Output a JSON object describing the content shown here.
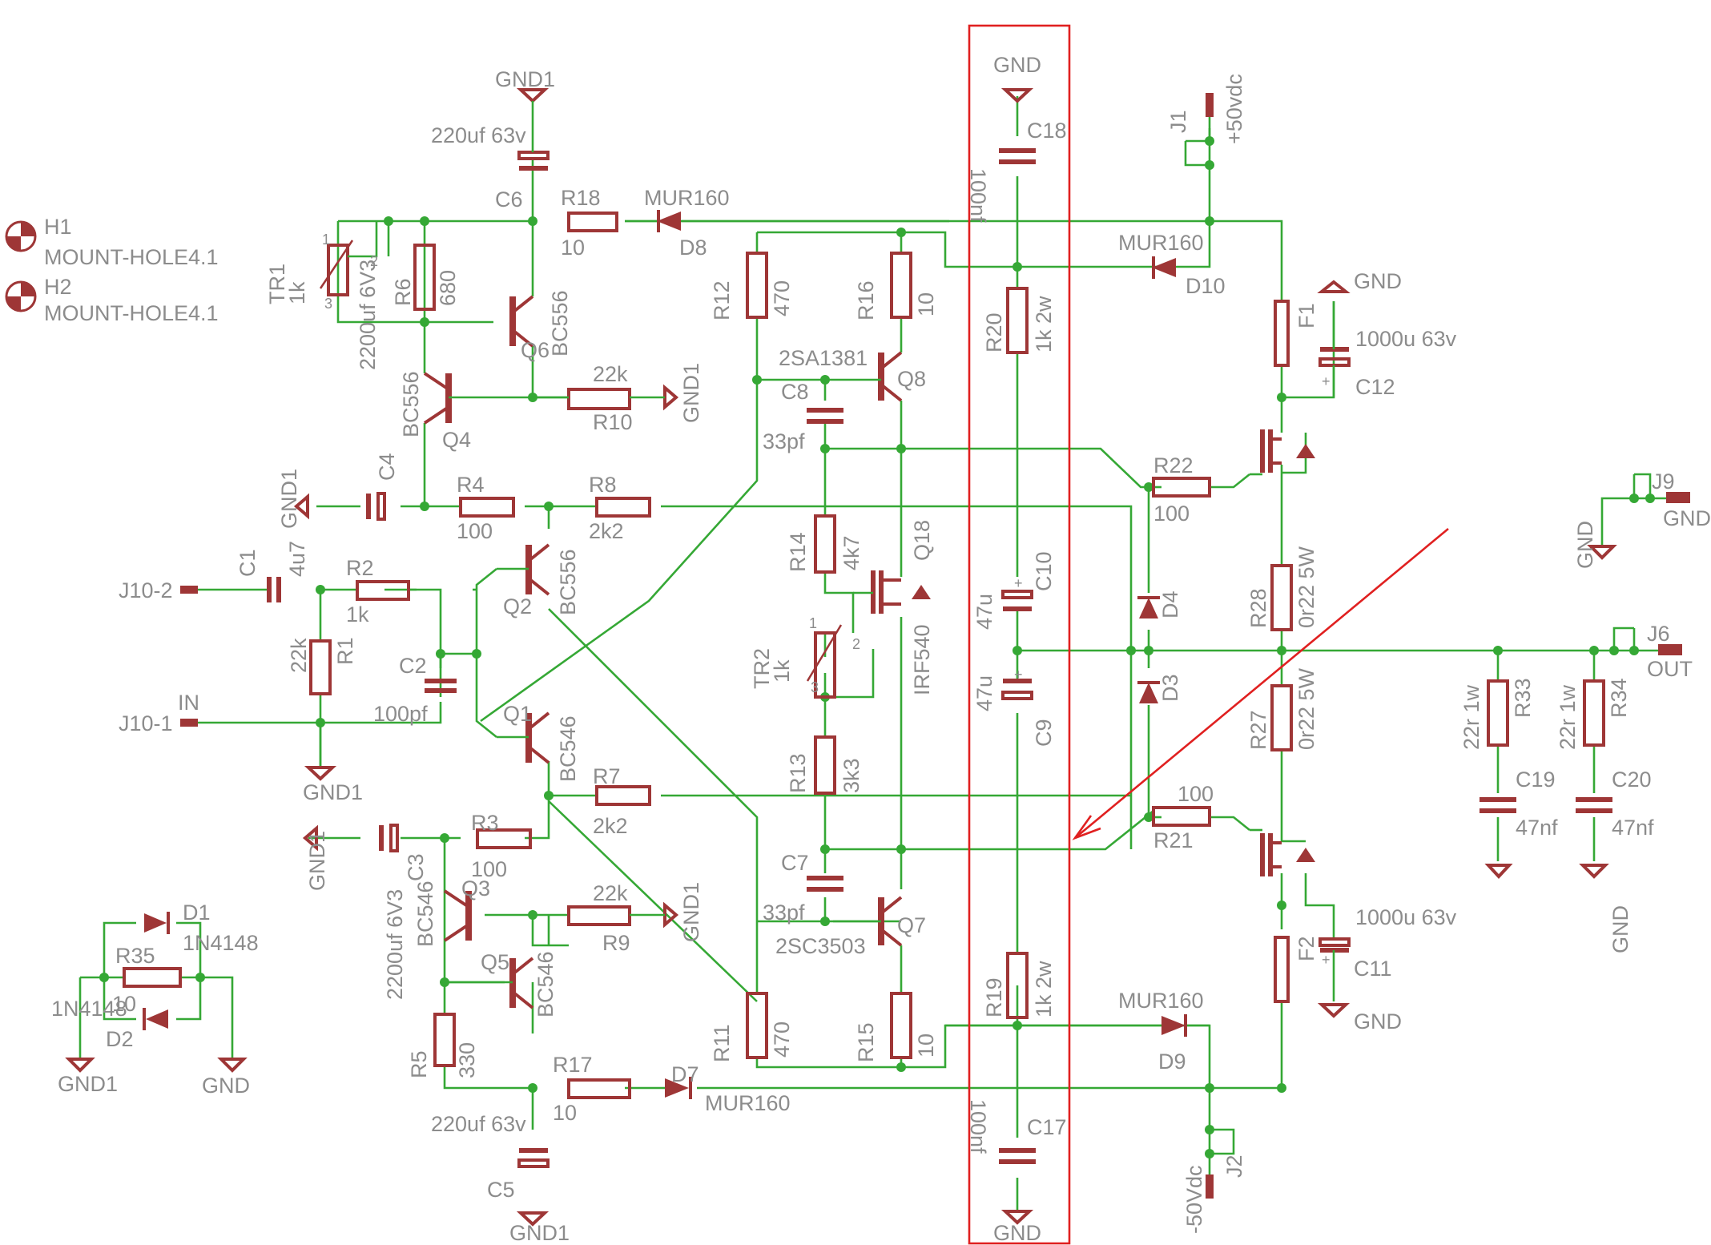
{
  "labels": {
    "H1": "H1",
    "H2": "H2",
    "hole1": "MOUNT-HOLE4.1",
    "hole2": "MOUNT-HOLE4.1",
    "TR1": "TR1",
    "TR1v": "1k",
    "TR2": "TR2",
    "TR2v": "1k",
    "R1": "R1",
    "R1v": "22k",
    "R2": "R2",
    "R2v": "1k",
    "R3": "R3",
    "R3v": "100",
    "R4": "R4",
    "R4v": "100",
    "R5": "R5",
    "R5v": "330",
    "R6": "R6",
    "R6v": "680",
    "R7": "R7",
    "R7v": "2k2",
    "R8": "R8",
    "R8v": "2k2",
    "R9": "R9",
    "R9v": "22k",
    "R10": "R10",
    "R10v": "22k",
    "R11": "R11",
    "R11v": "470",
    "R12": "R12",
    "R12v": "470",
    "R13": "R13",
    "R13v": "3k3",
    "R14": "R14",
    "R14v": "4k7",
    "R15": "R15",
    "R15v": "10",
    "R16": "R16",
    "R16v": "10",
    "R17": "R17",
    "R17v": "10",
    "R18": "R18",
    "R18v": "10",
    "R19": "R19",
    "R19v": "1k 2w",
    "R20": "R20",
    "R20v": "1k 2w",
    "R21": "R21",
    "R21v": "100",
    "R22": "R22",
    "R22v": "100",
    "R27": "R27",
    "R27v": "0r22 5W",
    "R28": "R28",
    "R28v": "0r22 5W",
    "R33": "R33",
    "R33v": "22r 1w",
    "R34": "R34",
    "R34v": "22r 1w",
    "R35": "R35",
    "R35v": "10",
    "C1": "C1",
    "C1v": "4u7",
    "C2": "C2",
    "C2v": "100pf",
    "C3": "C3",
    "C3v": "2200uf 6V3",
    "C4": "C4",
    "C4v": "2200uf 6V3",
    "C5": "C5",
    "C5v": "220uf 63v",
    "C6": "C6",
    "C6v": "220uf 63v",
    "C7": "C7",
    "C7v": "33pf",
    "C8": "C8",
    "C8v": "33pf",
    "C9": "C9",
    "C9v": "47u",
    "C10": "C10",
    "C10v": "47u",
    "C11": "C11",
    "C11v": "1000u 63v",
    "C12": "C12",
    "C12v": "1000u 63v",
    "C17": "C17",
    "C17v": "100nf",
    "C18": "C18",
    "C18v": "100nf",
    "C19": "C19",
    "C19v": "47nf",
    "C20": "C20",
    "C20v": "47nf",
    "Q1": "Q1",
    "Q1v": "BC546",
    "Q2": "Q2",
    "Q2v": "BC556",
    "Q3": "Q3",
    "Q3v": "BC546",
    "Q4": "Q4",
    "Q4v": "BC556",
    "Q5": "Q5",
    "Q5v": "BC546",
    "Q6": "Q6",
    "Q6v": "BC556",
    "Q7": "Q7",
    "Q7v": "2SC3503",
    "Q8": "Q8",
    "Q8v": "2SA1381",
    "Q18": "Q18",
    "Q18v": "IRF540",
    "D1": "D1",
    "D1v": "1N4148",
    "D2": "D2",
    "D2v": "1N4148",
    "D3": "D3",
    "D4": "D4",
    "D7": "D7",
    "D7v": "MUR160",
    "D8": "D8",
    "D8v": "MUR160",
    "D9": "D9",
    "D9v": "MUR160",
    "D10": "D10",
    "D10v": "MUR160",
    "F1": "F1",
    "F2": "F2",
    "J1": "J1",
    "J1v": "+50vdc",
    "J2": "J2",
    "J2v": "-50Vdc",
    "J6": "J6",
    "J6v": "OUT",
    "J9": "J9",
    "J9v": "GND",
    "J10_2": "J10-2",
    "J10_1": "J10-1",
    "IN": "IN",
    "GND": "GND",
    "GND1": "GND1",
    "pin1": "1",
    "pin2": "2",
    "pin3": "3",
    "plus": "+"
  },
  "colors": {
    "wire": "#35a835",
    "component": "#9e3636",
    "text": "#8c8c8c",
    "highlight": "#e02020"
  }
}
